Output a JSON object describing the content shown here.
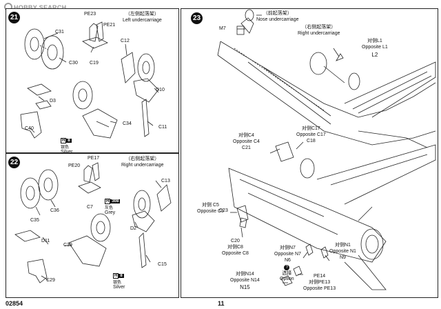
{
  "watermark": "HOBBY SEARCH",
  "footer": {
    "code": "02854",
    "page": "11"
  },
  "step21": {
    "number": "21",
    "title_cn": "（左侧起落架）",
    "title_en": "Left undercarriage",
    "labels": [
      "PE23",
      "PE21",
      "C31",
      "C30",
      "C19",
      "C12",
      "D10",
      "D3",
      "C40",
      "C34",
      "C11"
    ],
    "paint": {
      "h": "H",
      "code": "8",
      "cn": "银色",
      "name": "Silver"
    }
  },
  "step22": {
    "number": "22",
    "title_cn": "（右侧起落架）",
    "title_en": "Right undercarriage",
    "labels": [
      "PE17",
      "PE20",
      "C7",
      "C13",
      "C35",
      "C36",
      "D2",
      "D11",
      "C39",
      "C15",
      "C29"
    ],
    "paint_grey": {
      "h": "H",
      "code": "308",
      "cn": "灰色",
      "name": "Grey"
    },
    "paint_silver": {
      "h": "H",
      "code": "8",
      "cn": "银色",
      "name": "Silver"
    }
  },
  "step23": {
    "number": "23",
    "nose_cn": "（前起落架）",
    "nose_en": "Nose undercarriage",
    "right_cn": "（右侧起落架）",
    "right_en": "Right undercarriage",
    "m7": "M7",
    "l1_cn": "对侧L1",
    "l1_en": "Opposite L1",
    "l2": "L2",
    "c4_cn": "对侧C4",
    "c4_en": "Opposite C4",
    "c21": "C21",
    "c17_cn": "对侧C17",
    "c17_en": "Opposite C17",
    "c18": "C18",
    "c5_cn": "对侧 C5",
    "c5_en": "Opposite C5",
    "c23": "C23",
    "c20": "C20",
    "c8_cn": "对侧C8",
    "c8_en": "Opposite C8",
    "n7_cn": "对侧N7",
    "n7_en": "Opposite N7",
    "n6": "N6",
    "n1_cn": "对侧N1",
    "n1_en": "Opposite N1",
    "n9": "N9",
    "n14_cn": "对侧N14",
    "n14_en": "Opposite N14",
    "n15": "N15",
    "option_cn": "选择",
    "option_en": "Option",
    "pe14": "PE14",
    "pe13_cn": "对侧PE13",
    "pe13_en": "Opposite PE13"
  }
}
